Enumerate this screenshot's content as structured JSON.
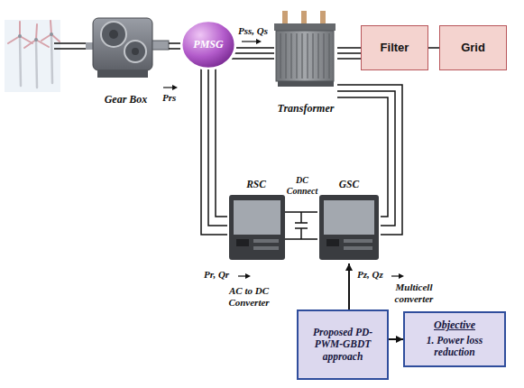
{
  "diagram": {
    "nodes": [
      {
        "text": [
          "Gear Box"
        ]
      },
      {
        "text": [
          "PMSG"
        ]
      },
      {
        "text": [
          "Transformer"
        ]
      },
      {
        "text": [
          "Filter"
        ]
      },
      {
        "text": [
          "Grid"
        ]
      },
      {
        "text": [
          "RSC"
        ]
      },
      {
        "text": [
          "GSC"
        ]
      },
      {
        "text": [
          "Proposed PD-PWM-GBDT approach"
        ]
      },
      {
        "text": [
          "Objective",
          "1. Power loss reduction"
        ]
      }
    ],
    "edges": [
      {
        "from": 0,
        "to": 1,
        "arrow": "none"
      },
      {
        "from": 1,
        "to": 2,
        "arrow": "none"
      },
      {
        "from": 2,
        "to": 3,
        "arrow": "none"
      },
      {
        "from": 3,
        "to": 4,
        "arrow": "none"
      },
      {
        "from": 1,
        "to": 5,
        "arrow": "none"
      },
      {
        "from": 5,
        "to": 6,
        "arrow": "none"
      },
      {
        "from": 6,
        "to": 2,
        "arrow": "none"
      },
      {
        "from": 7,
        "to": 6,
        "arrow": "to"
      },
      {
        "from": 7,
        "to": 8,
        "arrow": "to"
      }
    ],
    "labels": [
      "Prs",
      "Pss, Qs",
      "DC Connect",
      "Pr, Qr",
      "AC to DC Converter",
      "Pz, Qz",
      "Multicell converter"
    ]
  }
}
